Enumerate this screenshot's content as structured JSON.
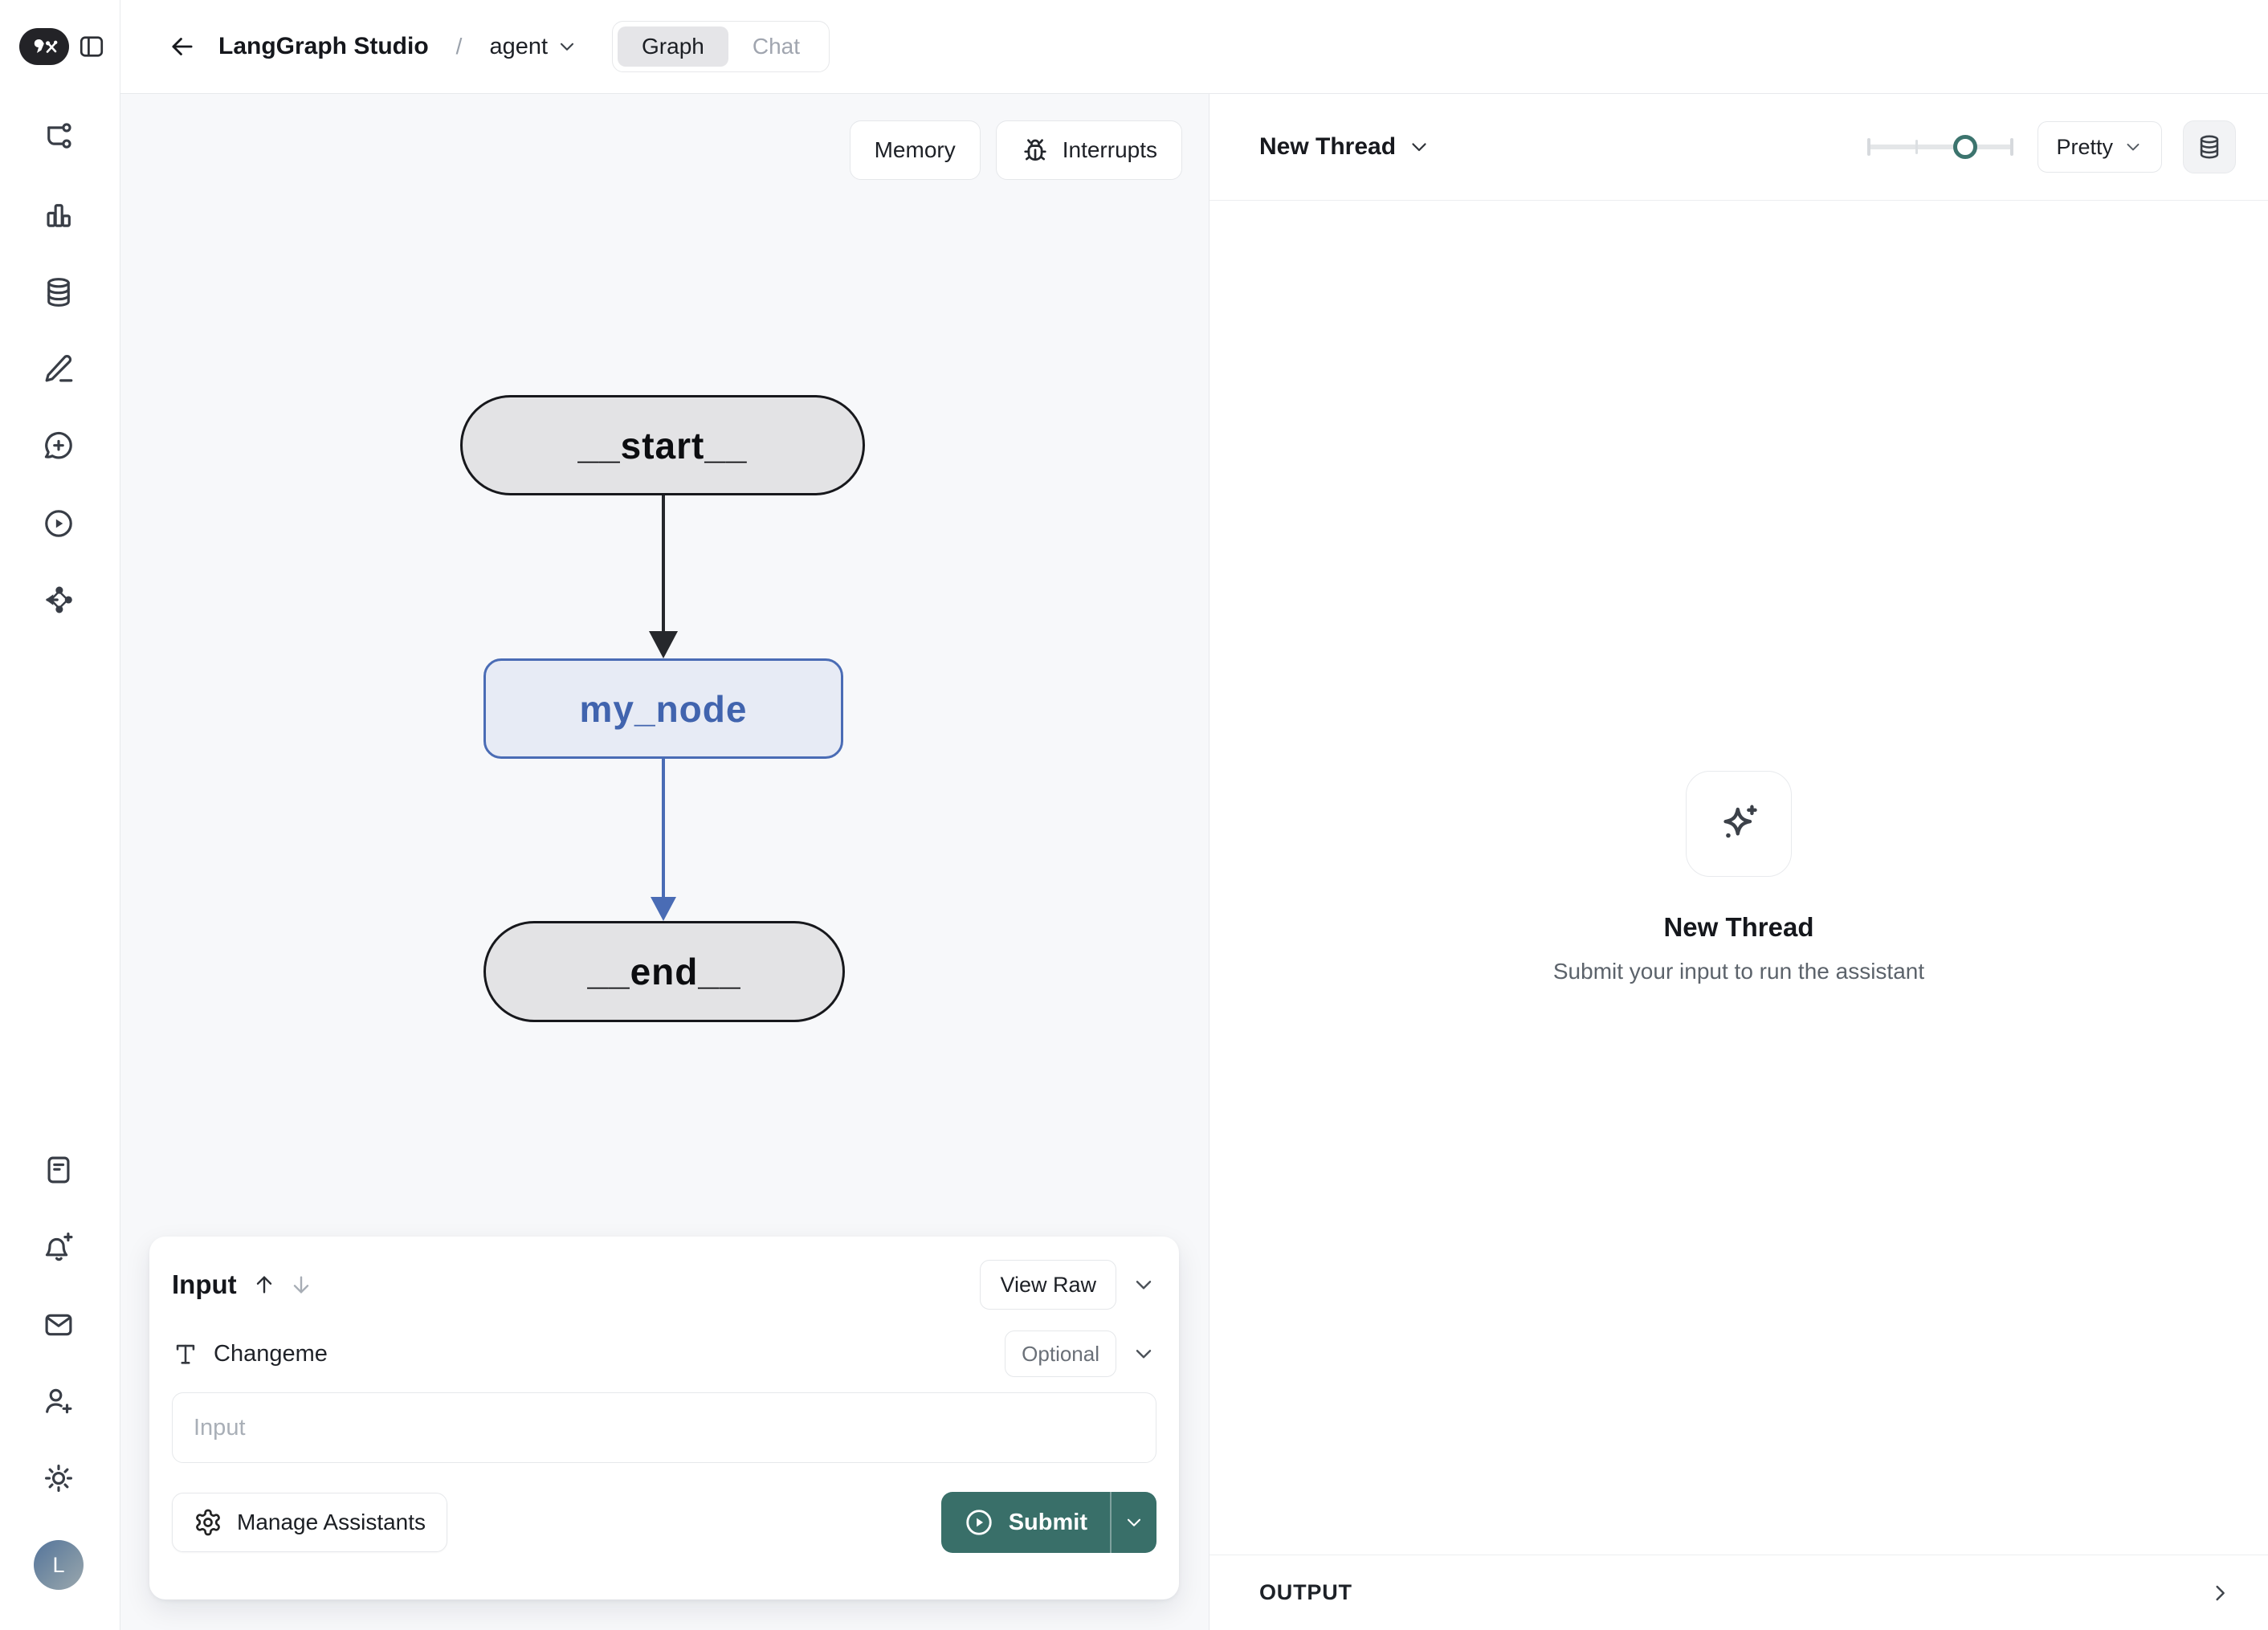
{
  "header": {
    "title": "LangGraph Studio",
    "separator": "/",
    "agent_name": "agent",
    "tabs": {
      "graph": "Graph",
      "chat": "Chat"
    }
  },
  "sidebar": {
    "top_icons": [
      "trace-tree-icon",
      "chart-column-icon",
      "database-icon",
      "pencil-icon",
      "new-chat-icon",
      "play-circle-icon",
      "network-icon"
    ],
    "bottom_icons": [
      "notebook-icon",
      "bell-plus-icon",
      "mail-icon",
      "user-plus-icon",
      "sun-icon"
    ],
    "avatar_initial": "L"
  },
  "canvas": {
    "memory_button": "Memory",
    "interrupts_button": "Interrupts",
    "graph": {
      "nodes": [
        {
          "id": "__start__",
          "label": "__start__",
          "shape": "pill"
        },
        {
          "id": "my_node",
          "label": "my_node",
          "shape": "rect",
          "highlighted": true
        },
        {
          "id": "__end__",
          "label": "__end__",
          "shape": "pill"
        }
      ],
      "edges": [
        {
          "from": "__start__",
          "to": "my_node",
          "color": "#26282c"
        },
        {
          "from": "my_node",
          "to": "__end__",
          "color": "#4a6cb5"
        }
      ]
    }
  },
  "input_panel": {
    "title": "Input",
    "view_raw": "View Raw",
    "field_label": "Changeme",
    "field_badge": "Optional",
    "input_placeholder": "Input",
    "input_value": "",
    "manage_assistants": "Manage Assistants",
    "submit": "Submit"
  },
  "thread_panel": {
    "title": "New Thread",
    "render_mode": "Pretty",
    "empty_title": "New Thread",
    "empty_subtitle": "Submit your input to run the assistant",
    "output_label": "OUTPUT"
  },
  "colors": {
    "accent_teal": "#396f69",
    "slider_knob_teal": "#3c746e",
    "node_blue_border": "#4a6cb5",
    "node_blue_text": "#4164ae",
    "node_gray_fill": "#e3e3e5",
    "canvas_bg": "#f7f8fa"
  }
}
